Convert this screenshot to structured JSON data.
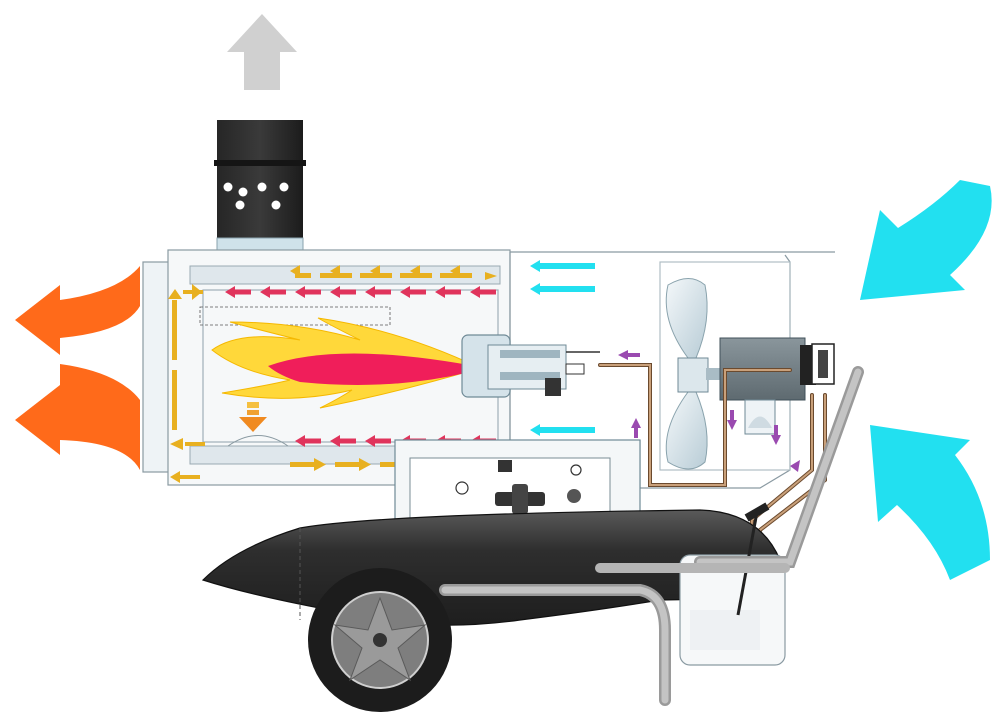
{
  "diagram": {
    "colors": {
      "background": "#ffffff",
      "hot_air": "#ff6a1a",
      "exhaust": "#d0d0d0",
      "cold_air": "#22e0f0",
      "internal_flow": "#e8b020",
      "flame_outer": "#ffd83a",
      "flame_inner": "#f01e5a",
      "return_flow": "#e0345c",
      "tank": "#2c2c2c",
      "fuel_line": "#a07050",
      "fuel_arrow": "#9a4ab0"
    },
    "parts": [
      "exhaust-chimney",
      "combustion-chamber",
      "burner-flame",
      "burner-nozzle",
      "fan",
      "motor",
      "control-box",
      "fuel-tank",
      "wheel",
      "handle"
    ],
    "icons": {
      "exhaust": "arrow-up-icon",
      "hot_air": "curved-arrow-left-icon",
      "cold_air": "curved-arrow-intake-icon"
    }
  }
}
